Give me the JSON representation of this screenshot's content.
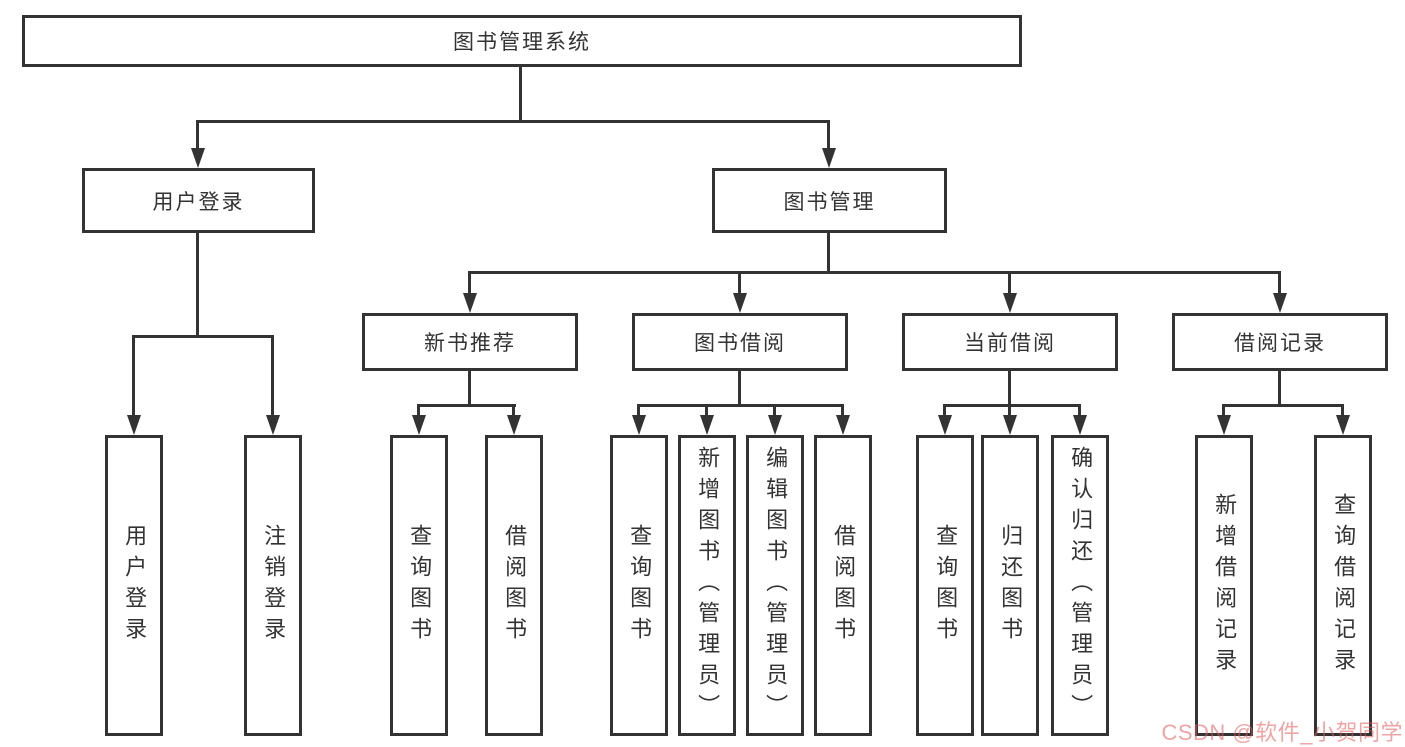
{
  "colors": {
    "bg": "#ffffff",
    "line": "#333333",
    "text": "#333333",
    "watermark": "#e05a5a"
  },
  "watermark": {
    "text": "CSDN @软件_小贺同学"
  },
  "tree": {
    "root": {
      "label": "图书管理系统"
    },
    "branches": [
      {
        "label": "用户登录",
        "leaves": [
          {
            "label": "用户登录"
          },
          {
            "label": "注销登录"
          }
        ]
      },
      {
        "label": "图书管理",
        "groups": [
          {
            "label": "新书推荐",
            "leaves": [
              {
                "label": "查询图书"
              },
              {
                "label": "借阅图书"
              }
            ]
          },
          {
            "label": "图书借阅",
            "leaves": [
              {
                "label": "查询图书"
              },
              {
                "label": "新增图书（管理员）"
              },
              {
                "label": "编辑图书（管理员）"
              },
              {
                "label": "借阅图书"
              }
            ]
          },
          {
            "label": "当前借阅",
            "leaves": [
              {
                "label": "查询图书"
              },
              {
                "label": "归还图书"
              },
              {
                "label": "确认归还（管理员）"
              }
            ]
          },
          {
            "label": "借阅记录",
            "leaves": [
              {
                "label": "新增借阅记录"
              },
              {
                "label": "查询借阅记录"
              }
            ]
          }
        ]
      }
    ]
  }
}
